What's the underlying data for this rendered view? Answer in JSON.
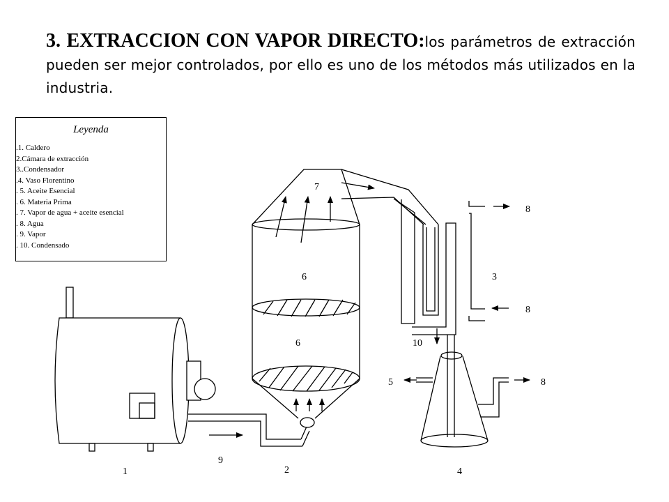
{
  "title": {
    "heading": "3. EXTRACCION CON VAPOR DIRECTO:",
    "body": "los parámetros de extracción pueden ser mejor controlados, por ello es uno de los métodos más utilizados en la industria."
  },
  "legend": {
    "title": "Leyenda",
    "items": [
      ".1. Caldero",
      " 2.Cámara de extracción",
      " 3..Condensador",
      ".4. Vaso Florentino",
      ". 5. Aceite Esencial",
      ". 6. Materia Prima",
      ". 7. Vapor de agua + aceite esencial",
      ". 8. Agua",
      ". 9. Vapor",
      ". 10. Condensado"
    ]
  },
  "labels": {
    "n1": "1",
    "n2": "2",
    "n3": "3",
    "n4": "4",
    "n5": "5",
    "n6a": "6",
    "n6b": "6",
    "n7": "7",
    "n8a": "8",
    "n8b": "8",
    "n8c": "8",
    "n9": "9",
    "n10": "10"
  }
}
